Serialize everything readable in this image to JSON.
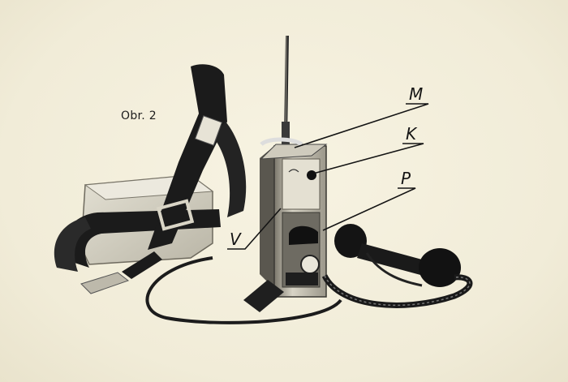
{
  "figure": {
    "caption": "Obr. 2",
    "labels": {
      "m": "M",
      "k": "K",
      "p": "P",
      "v": "V"
    },
    "colors": {
      "paper": "#f3efdd",
      "ink": "#161616",
      "strap": "#1b1b1b",
      "case": "#d9d5c6"
    }
  }
}
